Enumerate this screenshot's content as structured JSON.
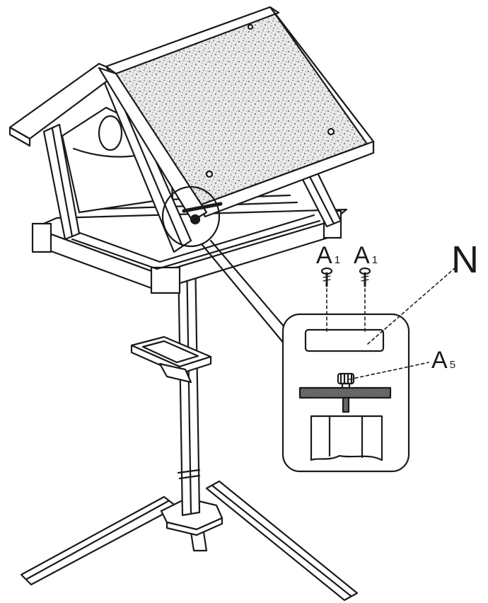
{
  "labels": {
    "a1_left": {
      "letter": "A",
      "sub": "1"
    },
    "a1_right": {
      "letter": "A",
      "sub": "1"
    },
    "n": "N",
    "a5": {
      "letter": "A",
      "sub": "5"
    }
  },
  "colors": {
    "line": "#1a1a1a",
    "roof_fill": "#e6e6e6",
    "background": "#ffffff"
  }
}
